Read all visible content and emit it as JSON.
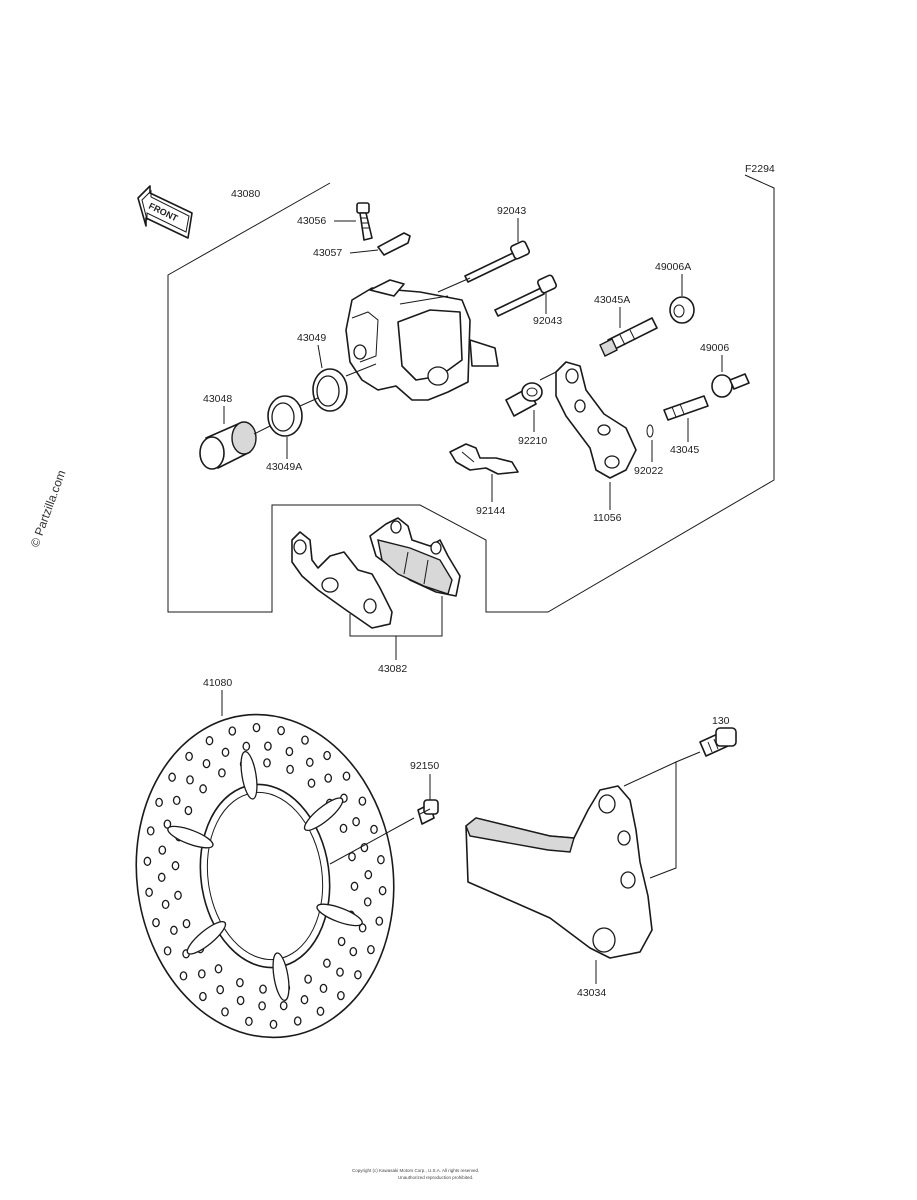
{
  "figure_code": "F2294",
  "watermark": "© Partzilla.com",
  "front_label": "FRONT",
  "labels": {
    "p43080": "43080",
    "p43056": "43056",
    "p43057": "43057",
    "p92043a": "92043",
    "p92043b": "92043",
    "p49006A": "49006A",
    "p43045A": "43045A",
    "p49006": "49006",
    "p43049": "43049",
    "p43048": "43048",
    "p43049A": "43049A",
    "p92210": "92210",
    "p43045": "43045",
    "p92022": "92022",
    "p92144": "92144",
    "p11056": "11056",
    "p43082": "43082",
    "p41080": "41080",
    "p130": "130",
    "p92150": "92150",
    "p43034": "43034"
  },
  "copyright_line1": "Copyright (c) Kawasaki Motors Corp., U.S.A. All rights reserved.",
  "copyright_line2": "Unauthorized reproduction prohibited."
}
